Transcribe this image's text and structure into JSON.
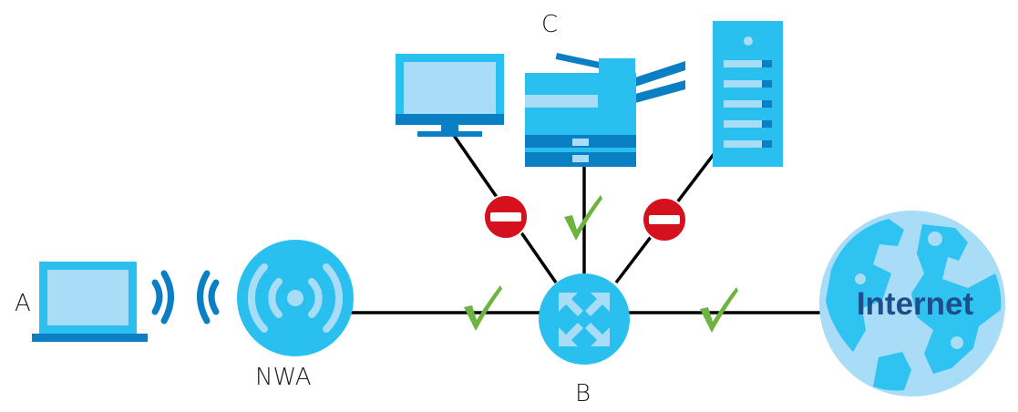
{
  "labels": {
    "a": "A",
    "nwa": "NWA",
    "b": "B",
    "c": "C",
    "internet": "Internet"
  },
  "colors": {
    "device_light": "#29c0f0",
    "device_dark": "#0a7fc4",
    "screen": "#a8dcf7",
    "globe_ocean": "#a9dcf7",
    "globe_land": "#2ec3f1",
    "internet_text": "#1e4d8c",
    "allowed_check": "#6db33f",
    "blocked_sign": "#d6111e",
    "link_line": "#000000"
  },
  "links": [
    {
      "from": "laptop-a",
      "to": "nwa",
      "type": "wireless"
    },
    {
      "from": "nwa",
      "to": "router-b",
      "status": "allowed"
    },
    {
      "from": "router-b",
      "to": "internet",
      "status": "allowed"
    },
    {
      "from": "router-b",
      "to": "monitor",
      "status": "blocked"
    },
    {
      "from": "router-b",
      "to": "printer-c",
      "status": "allowed"
    },
    {
      "from": "router-b",
      "to": "server",
      "status": "blocked"
    }
  ]
}
